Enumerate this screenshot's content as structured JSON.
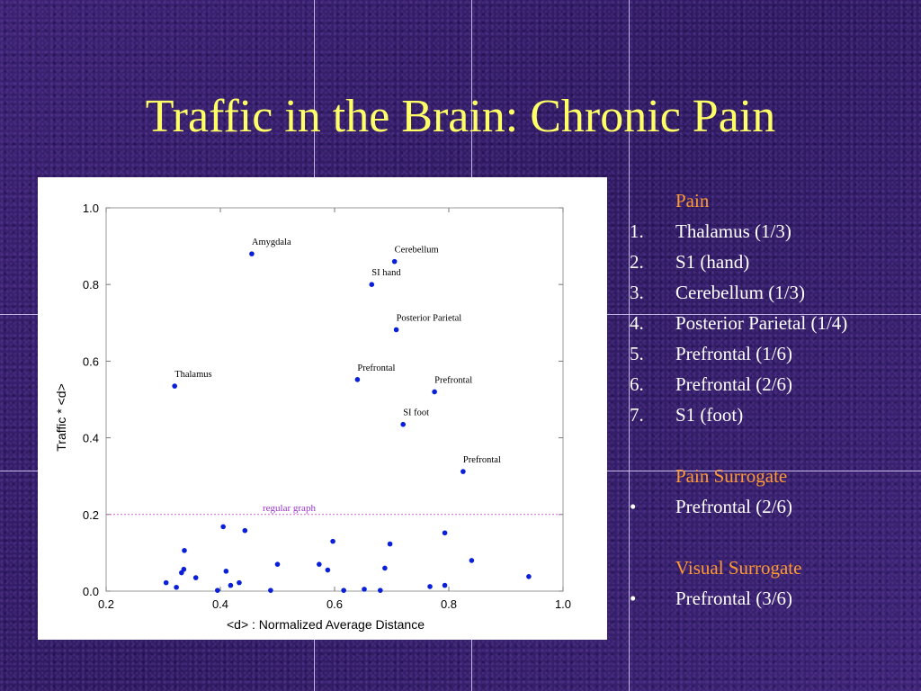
{
  "slide": {
    "title": "Traffic in the Brain: Chronic Pain"
  },
  "sidebar": {
    "sections": [
      {
        "heading": "Pain",
        "marker_style": "numbered",
        "items": [
          {
            "marker": "1.",
            "label": "Thalamus (1/3)"
          },
          {
            "marker": "2.",
            "label": "S1 (hand)"
          },
          {
            "marker": "3.",
            "label": "Cerebellum (1/3)"
          },
          {
            "marker": "4.",
            "label": "Posterior Parietal (1/4)"
          },
          {
            "marker": "5.",
            "label": "Prefrontal (1/6)"
          },
          {
            "marker": "6.",
            "label": "Prefrontal (2/6)"
          },
          {
            "marker": "7.",
            "label": "S1 (foot)"
          }
        ]
      },
      {
        "heading": "Pain Surrogate",
        "marker_style": "bullet",
        "items": [
          {
            "marker": "•",
            "label": "Prefrontal (2/6)"
          }
        ]
      },
      {
        "heading": "Visual Surrogate",
        "marker_style": "bullet",
        "items": [
          {
            "marker": "•",
            "label": "Prefrontal (3/6)"
          }
        ]
      }
    ]
  },
  "colors": {
    "title": "#ffff66",
    "section_heading": "#ff9933",
    "list_text": "#ffffff",
    "point": "#0a1fd8",
    "reference_line": "#cc66cc",
    "reference_label": "#9933cc"
  },
  "chart_data": {
    "type": "scatter",
    "title": "",
    "xlabel": "<d> : Normalized Average Distance",
    "ylabel": "Traffic * <d>",
    "xlim": [
      0.2,
      1.0
    ],
    "ylim": [
      0.0,
      1.0
    ],
    "xticks": [
      "0.2",
      "0.4",
      "0.6",
      "0.8",
      "1.0"
    ],
    "yticks": [
      "0.0",
      "0.2",
      "0.4",
      "0.6",
      "0.8",
      "1.0"
    ],
    "grid": false,
    "reference_line": {
      "y": 0.2,
      "label": "regular graph",
      "style": "dotted"
    },
    "labeled_points": [
      {
        "x": 0.455,
        "y": 0.88,
        "label": "Amygdala"
      },
      {
        "x": 0.705,
        "y": 0.86,
        "label": "Cerebellum"
      },
      {
        "x": 0.665,
        "y": 0.8,
        "label": "SI hand"
      },
      {
        "x": 0.708,
        "y": 0.682,
        "label": "Posterior Parietal"
      },
      {
        "x": 0.32,
        "y": 0.535,
        "label": "Thalamus"
      },
      {
        "x": 0.64,
        "y": 0.552,
        "label": "Prefrontal"
      },
      {
        "x": 0.775,
        "y": 0.52,
        "label": "Prefrontal"
      },
      {
        "x": 0.72,
        "y": 0.435,
        "label": "SI foot"
      },
      {
        "x": 0.825,
        "y": 0.312,
        "label": "Prefrontal"
      }
    ],
    "points": [
      {
        "x": 0.305,
        "y": 0.022
      },
      {
        "x": 0.323,
        "y": 0.01
      },
      {
        "x": 0.332,
        "y": 0.048
      },
      {
        "x": 0.336,
        "y": 0.057
      },
      {
        "x": 0.337,
        "y": 0.106
      },
      {
        "x": 0.357,
        "y": 0.035
      },
      {
        "x": 0.395,
        "y": 0.002
      },
      {
        "x": 0.405,
        "y": 0.168
      },
      {
        "x": 0.41,
        "y": 0.052
      },
      {
        "x": 0.418,
        "y": 0.015
      },
      {
        "x": 0.433,
        "y": 0.022
      },
      {
        "x": 0.443,
        "y": 0.158
      },
      {
        "x": 0.488,
        "y": 0.002
      },
      {
        "x": 0.5,
        "y": 0.07
      },
      {
        "x": 0.573,
        "y": 0.07
      },
      {
        "x": 0.588,
        "y": 0.055
      },
      {
        "x": 0.597,
        "y": 0.13
      },
      {
        "x": 0.616,
        "y": 0.002
      },
      {
        "x": 0.652,
        "y": 0.005
      },
      {
        "x": 0.68,
        "y": 0.002
      },
      {
        "x": 0.688,
        "y": 0.06
      },
      {
        "x": 0.697,
        "y": 0.123
      },
      {
        "x": 0.767,
        "y": 0.012
      },
      {
        "x": 0.793,
        "y": 0.152
      },
      {
        "x": 0.793,
        "y": 0.015
      },
      {
        "x": 0.84,
        "y": 0.08
      },
      {
        "x": 0.94,
        "y": 0.038
      }
    ]
  }
}
